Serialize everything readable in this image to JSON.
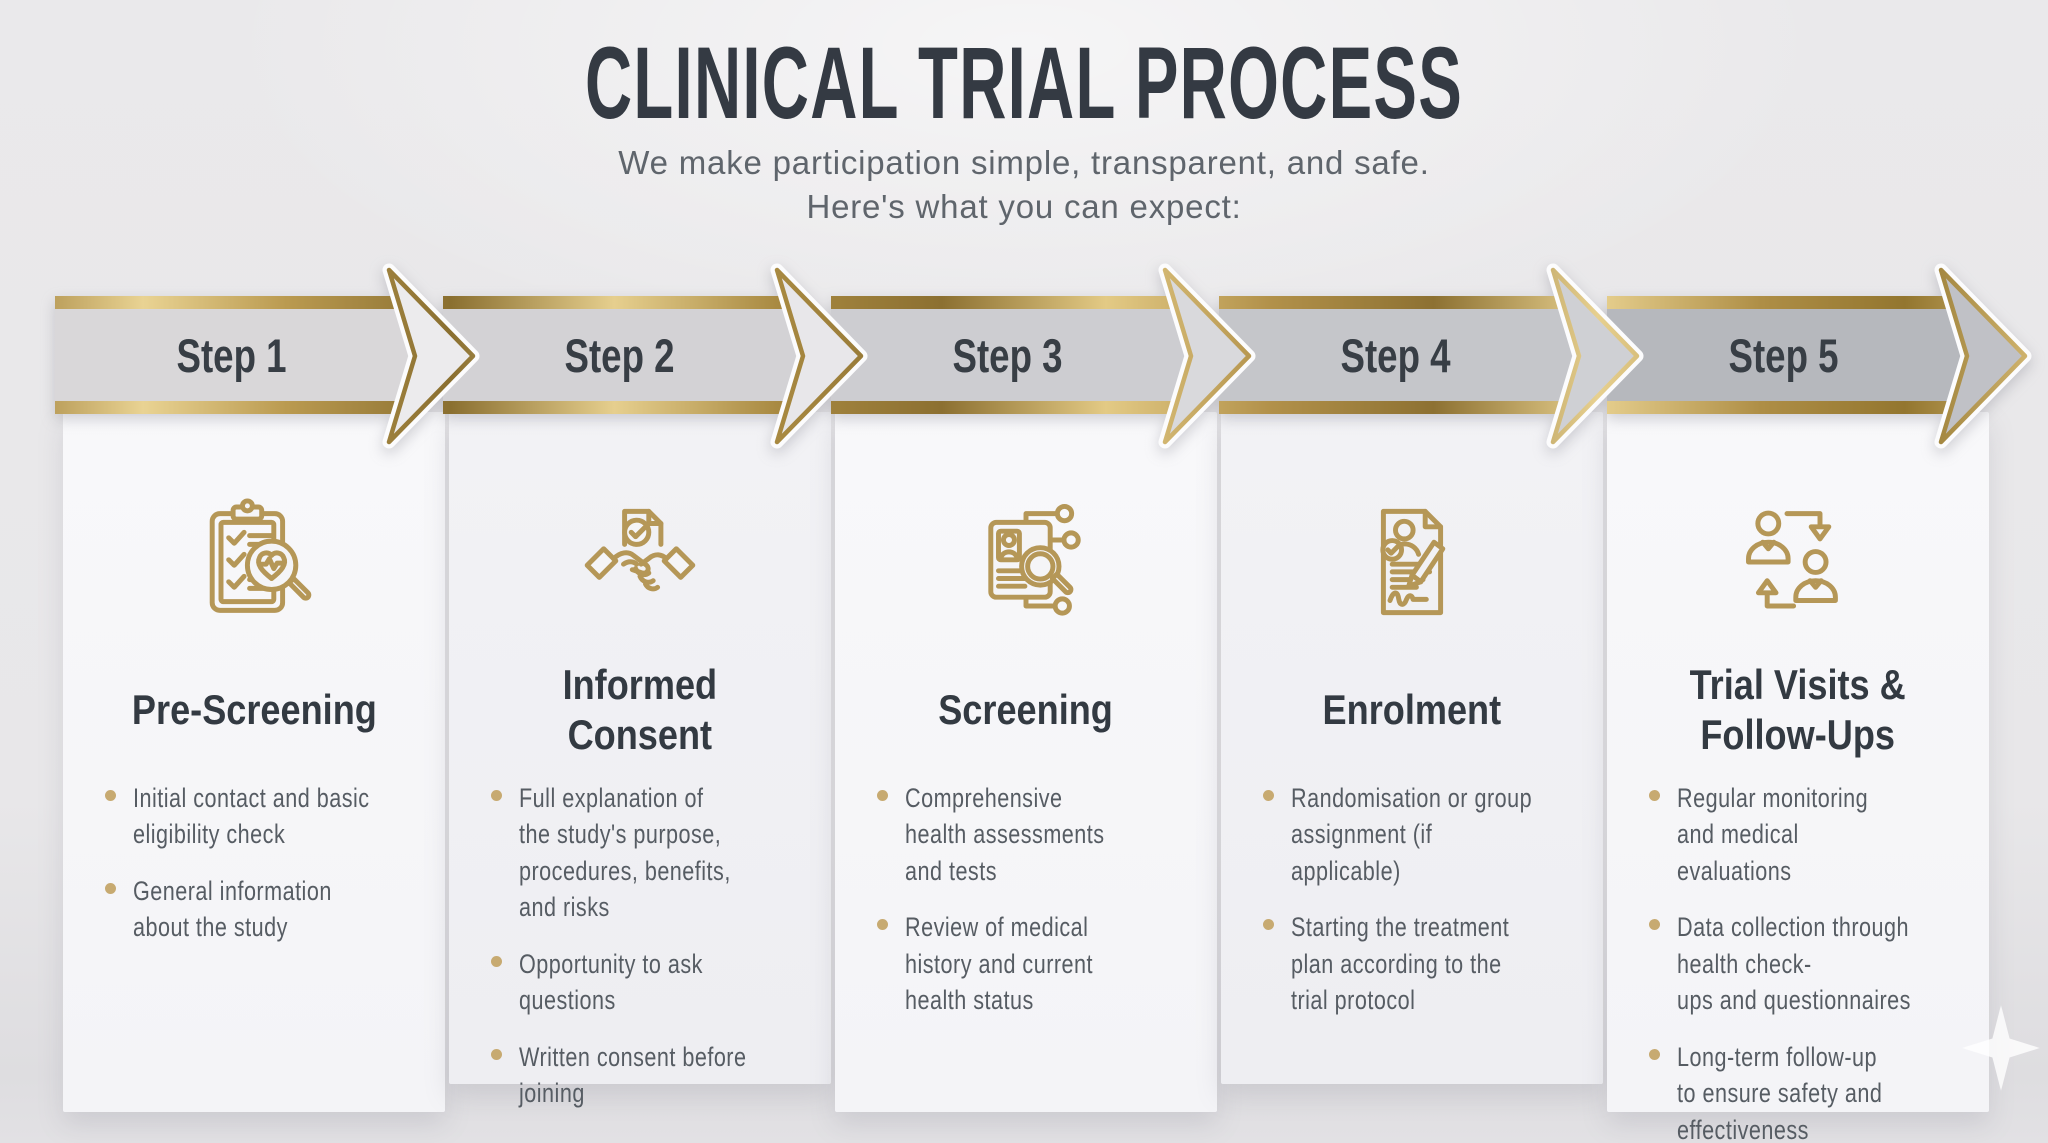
{
  "header": {
    "title": "CLINICAL TRIAL PROCESS",
    "subtitle_line1": "We make participation simple, transparent, and safe.",
    "subtitle_line2": "Here's what you can expect:"
  },
  "palette": {
    "gold": "#b3924f",
    "gold_light": "#e7cc8c",
    "step_label_text": "#383e45",
    "heading_text": "#333a42",
    "body_text": "#565c63",
    "background": "#e8e7e9",
    "card_light": "#f7f7f9",
    "card_muted": "#f0f0f3",
    "bullet_dot": "#c7aa71"
  },
  "steps": [
    {
      "label": "Step 1",
      "title": "Pre-Screening",
      "icon": "clipboard-checklist-magnifier-icon",
      "bullets": [
        "Initial contact and basic\neligibility check",
        "General information\nabout the study"
      ]
    },
    {
      "label": "Step 2",
      "title": "Informed\nConsent",
      "icon": "handshake-document-icon",
      "bullets": [
        "Full explanation of\nthe study's purpose,\nprocedures, benefits,\nand risks",
        "Opportunity to ask\nquestions",
        "Written consent before\njoining"
      ]
    },
    {
      "label": "Step 3",
      "title": "Screening",
      "icon": "health-record-magnifier-icon",
      "bullets": [
        "Comprehensive\nhealth assessments\nand tests",
        "Review of medical\nhistory and current\nhealth status"
      ]
    },
    {
      "label": "Step 4",
      "title": "Enrolment",
      "icon": "enrolment-form-pen-icon",
      "bullets": [
        "Randomisation or group\nassignment (if\napplicable)",
        "Starting the treatment\nplan according to the\ntrial protocol"
      ]
    },
    {
      "label": "Step 5",
      "title": "Trial Visits &\nFollow-Ups",
      "icon": "patients-exchange-arrows-icon",
      "bullets": [
        "Regular monitoring\nand medical\nevaluations",
        "Data collection through\nhealth check-\nups and questionnaires",
        "Long-term follow-up\nto ensure safety and\neffectiveness"
      ]
    }
  ]
}
